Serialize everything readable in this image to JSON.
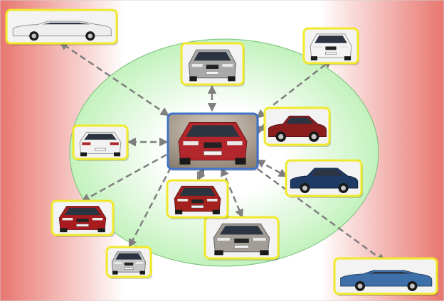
{
  "diagram": {
    "kind": "car-similarity-retrieval",
    "colors": {
      "background_center": "#ffffff",
      "background_edge": "#e8766f",
      "ellipse_fill": "#b9f0b2",
      "ellipse_stroke": "#79bf79",
      "query_frame": "#3f74c9",
      "result_frame": "#f0ea2a",
      "arrow": "#7f7f7f"
    },
    "query": {
      "subject": "red-bmx-x3-front",
      "body": "#b3262c"
    },
    "results": [
      {
        "id": "r1",
        "subject": "silver-bmw-x3-front",
        "body": "#a9aaa8",
        "inside_circle": true
      },
      {
        "id": "r2",
        "subject": "red-bmw-x3-side",
        "body": "#8b1d1f",
        "inside_circle": true
      },
      {
        "id": "r3",
        "subject": "blue-bmw-x3-side",
        "body": "#203a66",
        "inside_circle": true
      },
      {
        "id": "r4",
        "subject": "silver-bmw-x3-front-low",
        "body": "#a39d97",
        "inside_circle": true
      },
      {
        "id": "r5",
        "subject": "red-bmw-x3-front-small",
        "body": "#a4211e",
        "inside_circle": true
      },
      {
        "id": "r6",
        "subject": "white-bmw-x3-rear",
        "body": "#f2f2f2",
        "inside_circle": true
      },
      {
        "id": "r7",
        "subject": "white-porsche-panamera",
        "body": "#eeeeee",
        "inside_circle": false
      },
      {
        "id": "r8",
        "subject": "white-ford-edge",
        "body": "#f4f4f4",
        "inside_circle": false
      },
      {
        "id": "r9",
        "subject": "red-ford-edge",
        "body": "#a81c20",
        "inside_circle": false
      },
      {
        "id": "r10",
        "subject": "silver-ford-edge",
        "body": "#c7c7c7",
        "inside_circle": false
      },
      {
        "id": "r11",
        "subject": "blue-porsche-panamera",
        "body": "#3d6fa8",
        "inside_circle": false
      }
    ]
  }
}
